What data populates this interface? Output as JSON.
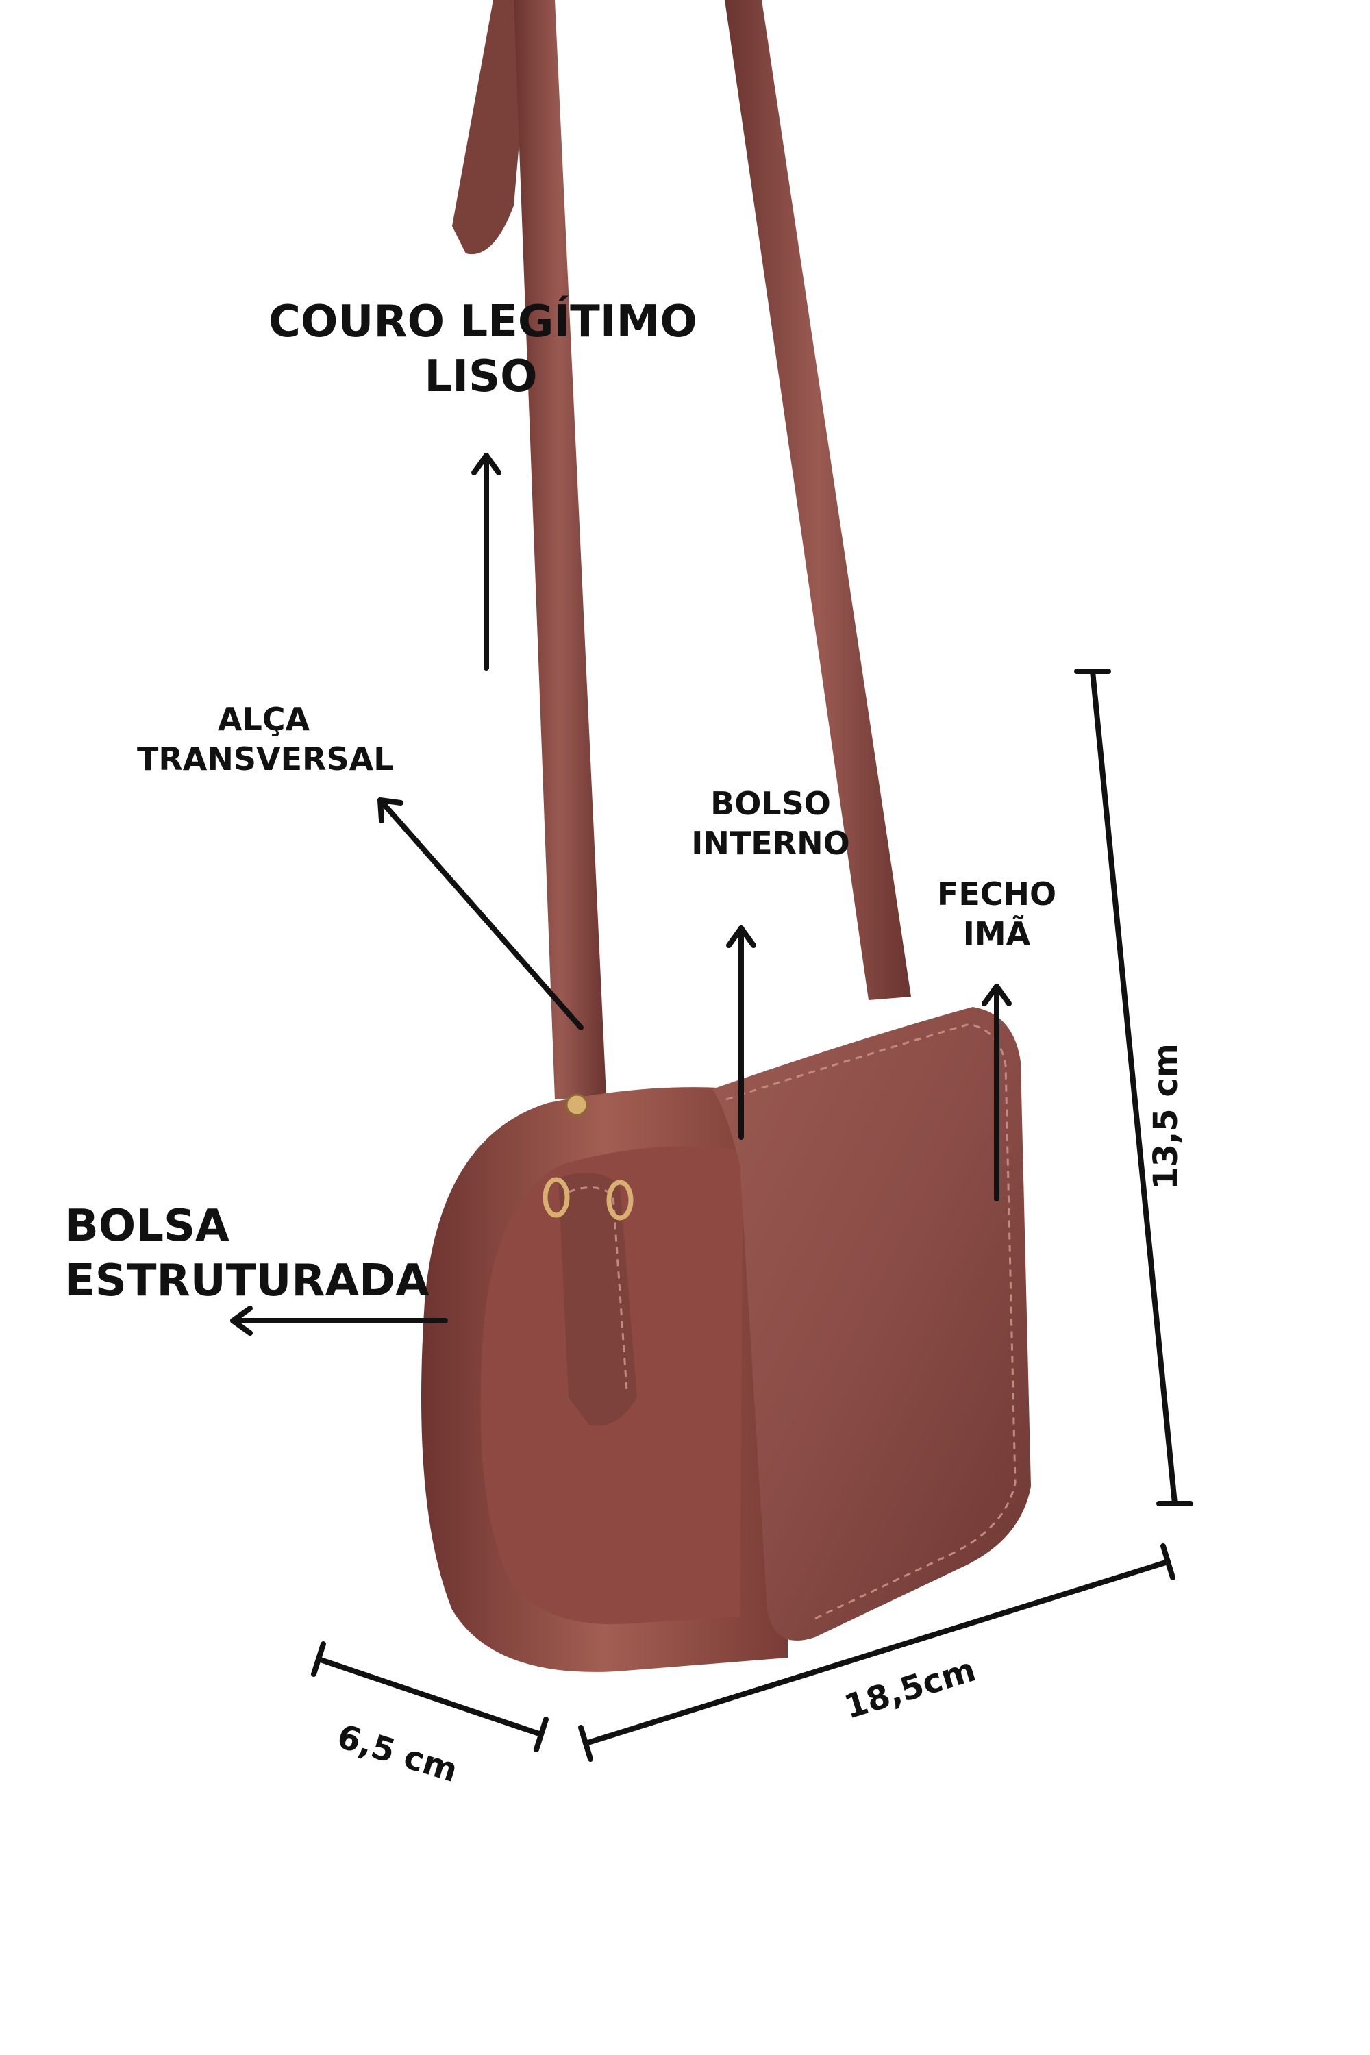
{
  "labels": {
    "material": [
      "COURO LEGÍTIMO",
      "LISO"
    ],
    "strap": [
      "ALÇA",
      "TRANSVERSAL"
    ],
    "pocket": [
      "BOLSO",
      "INTERNO"
    ],
    "clasp": [
      "FECHO",
      "IMÃ"
    ],
    "structure": [
      "BOLSA",
      "ESTRUTURADA"
    ]
  },
  "dimensions": {
    "height": "13,5 cm",
    "width": "18,5cm",
    "depth": "6,5 cm"
  },
  "colors": {
    "leather_main": "#8a4a42",
    "leather_light": "#a8645a",
    "leather_dark": "#5a2a26",
    "hardware": "#d8b070",
    "ink": "#111111"
  }
}
